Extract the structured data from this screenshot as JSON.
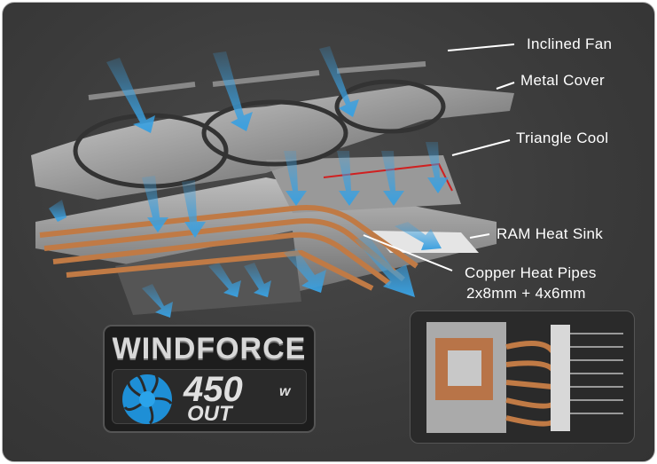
{
  "labels": {
    "inclined_fan": "Inclined Fan",
    "metal_cover": "Metal Cover",
    "triangle_cool": "Triangle Cool",
    "ram_heat_sink": "RAM Heat Sink",
    "copper_heat_pipes": "Copper Heat Pipes",
    "copper_heat_pipes_spec": "2x8mm + 4x6mm"
  },
  "logo": {
    "brand": "WINDFORCE",
    "number": "450",
    "unit": "w",
    "suffix": "OUT"
  },
  "colors": {
    "background": "#3c3c3c",
    "arrow": "#3aa0e0",
    "copper": "#c07a45",
    "text": "#ffffff"
  }
}
